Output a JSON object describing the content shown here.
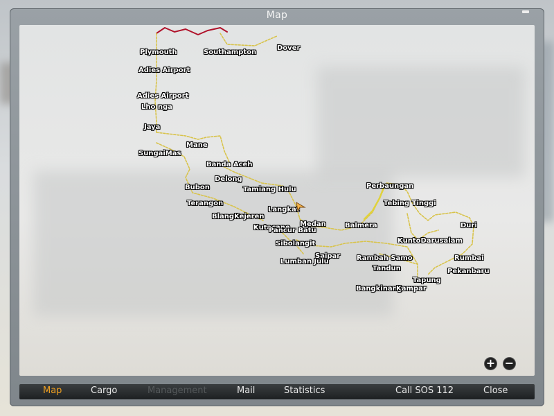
{
  "window": {
    "title": "Map"
  },
  "map": {
    "places": [
      {
        "id": "plymouth",
        "name": "Plymouth"
      },
      {
        "id": "southampton",
        "name": "Southampton"
      },
      {
        "id": "dover",
        "name": "Dover"
      },
      {
        "id": "adies1",
        "name": "Adies Airport"
      },
      {
        "id": "adies2",
        "name": "Adies Airport"
      },
      {
        "id": "lhonga",
        "name": "Lho nga"
      },
      {
        "id": "jaya",
        "name": "Jaya"
      },
      {
        "id": "mane",
        "name": "Mane"
      },
      {
        "id": "sungaimas",
        "name": "SungaiMas"
      },
      {
        "id": "bandaaceh",
        "name": "Banda Aceh"
      },
      {
        "id": "delong",
        "name": "Delong"
      },
      {
        "id": "bubon",
        "name": "Bubon"
      },
      {
        "id": "tamiang",
        "name": "Tamiang Hulu"
      },
      {
        "id": "perbaungan",
        "name": "Perbaungan"
      },
      {
        "id": "tebing",
        "name": "Tebing Tinggi"
      },
      {
        "id": "terangon",
        "name": "Terangon"
      },
      {
        "id": "langkat",
        "name": "Langkat"
      },
      {
        "id": "blangkejeren",
        "name": "BlangKejeren"
      },
      {
        "id": "medan",
        "name": "Medan"
      },
      {
        "id": "balmera",
        "name": "Balmera"
      },
      {
        "id": "duri",
        "name": "Duri"
      },
      {
        "id": "kutacane",
        "name": "Kutacane"
      },
      {
        "id": "pancurbatu",
        "name": "Pancur Batu"
      },
      {
        "id": "kunto",
        "name": "KuntoDarusalam"
      },
      {
        "id": "sibolangit",
        "name": "Sibolangit"
      },
      {
        "id": "saipar",
        "name": "Saipar"
      },
      {
        "id": "rambah",
        "name": "Rambah Samo"
      },
      {
        "id": "rumbai",
        "name": "Rumbai"
      },
      {
        "id": "lumbanjulu",
        "name": "Lumban Julu"
      },
      {
        "id": "tandun",
        "name": "Tandun"
      },
      {
        "id": "pekanbaru",
        "name": "Pekanbaru"
      },
      {
        "id": "tapung",
        "name": "Tapung"
      },
      {
        "id": "bangkinang",
        "name": "Bangkinang"
      },
      {
        "id": "kampar",
        "name": "Kampar"
      }
    ],
    "zoom_in": "+",
    "zoom_out": "−"
  },
  "menu": {
    "map": "Map",
    "cargo": "Cargo",
    "management": "Management",
    "mail": "Mail",
    "statistics": "Statistics",
    "call_sos": "Call SOS 112",
    "close": "Close"
  },
  "colors": {
    "active_tab": "#f0a020",
    "road": "#d8c34a",
    "border_road": "#b0122a"
  }
}
